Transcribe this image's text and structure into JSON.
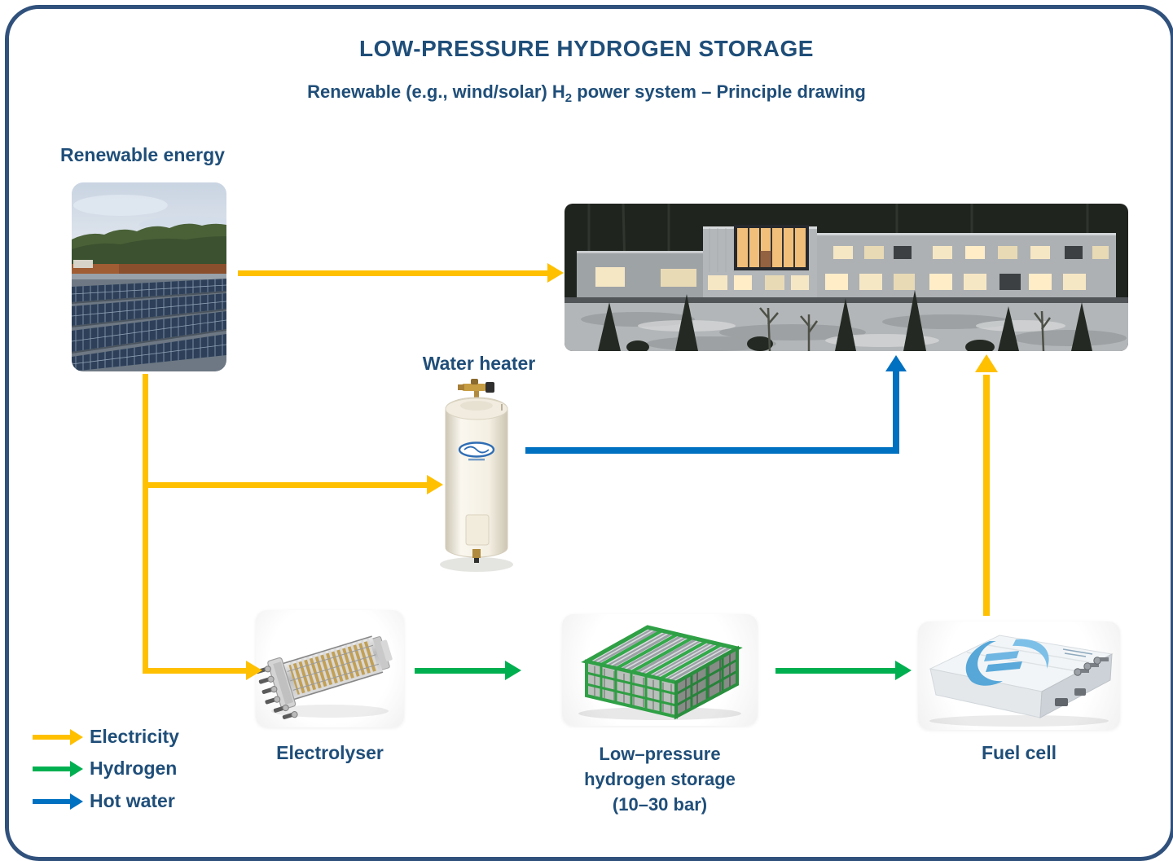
{
  "header": {
    "title": "LOW-PRESSURE HYDROGEN STORAGE",
    "subtitle_prefix": "Renewable (e.g., wind/solar) H",
    "subtitle_subscript": "2",
    "subtitle_suffix": " power system – Principle drawing"
  },
  "nodes": {
    "renewable_energy": {
      "label": "Renewable energy"
    },
    "water_heater": {
      "label": "Water heater"
    },
    "electrolyser": {
      "label": "Electrolyser"
    },
    "hydrogen_storage": {
      "label_lines": [
        "Low–pressure",
        "hydrogen storage",
        "(10–30 bar)"
      ]
    },
    "fuel_cell": {
      "label": "Fuel cell"
    }
  },
  "flows": {
    "electricity": {
      "label": "Electricity",
      "color": "#FFC000"
    },
    "hydrogen": {
      "label": "Hydrogen",
      "color": "#00B050"
    },
    "hot_water": {
      "label": "Hot water",
      "color": "#0070C0"
    }
  },
  "style": {
    "text_color": "#1F4E79",
    "frame_color": "#30517C"
  }
}
